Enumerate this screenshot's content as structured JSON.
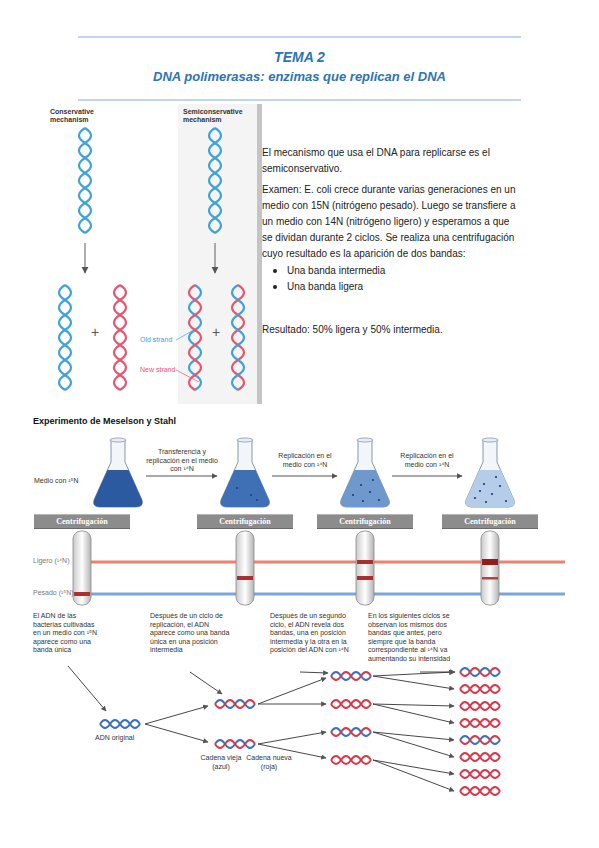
{
  "diagram": {
    "title": "TEMA 2",
    "nodes": [
      {
        "text": [
          "Centrifugación"
        ]
      },
      {
        "text": [
          "Centrifugación"
        ]
      },
      {
        "text": [
          "Centrifugación"
        ]
      },
      {
        "text": [
          "Centrifugación"
        ]
      }
    ],
    "labels": [
      "DNA polimerasas: enzimas que replican el DNA",
      "Conservative mechanism",
      "Semiconservative mechanism",
      "+",
      "+",
      "Old strand",
      "New strand",
      "El mecanismo que usa el DNA para replicarse es el semiconservativo.",
      "Examen: E. coli crece durante varias generaciones en un medio con 15N (nitrógeno pesado). Luego se transfiere a un medio con 14N (nitrógeno ligero) y esperamos a que se dividan durante 2 ciclos. Se realiza una centrifugación cuyo resultado es la aparición de dos bandas:",
      "Una banda intermedia",
      "Una banda ligera",
      "Resultado: 50% ligera y 50% intermedia.",
      "Experimento de Meselson y Stahl",
      "Medio con ¹⁵N",
      "Transferencia y replicación en el medio con ¹⁴N",
      "Replicación en el medio con ¹⁴N",
      "Replicación en el medio con ¹⁴N",
      "Ligero (¹⁴N)",
      "Pesado (¹⁵N)",
      "El ADN de las bacterias cultivadas en un medio con ¹⁵N aparece como una banda única",
      "Después de un ciclo de replicación, el ADN aparece como una banda única en una posición intermedia",
      "Después de un segundo ciclo, el ADN revela dos bandas, una en posición intermedia y la otra en la posición del ADN con ¹⁴N",
      "En los siguientes ciclos se observan los mismos dos bandas que antes, pero siempre que la banda correspondiente al ¹⁴N va aumentando su intensidad",
      "ADN original",
      "Cadena vieja (azul)",
      "Cadena nueva (roja)"
    ]
  }
}
